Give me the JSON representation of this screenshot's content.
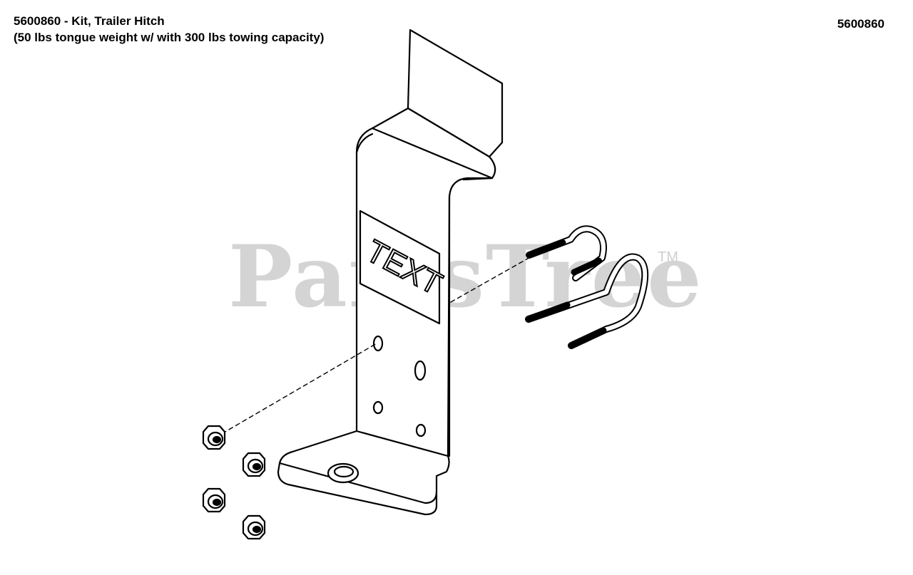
{
  "header": {
    "title_line1": "5600860 - Kit, Trailer Hitch",
    "title_line2": "(50 lbs tongue weight w/ with 300 lbs towing capacity)",
    "part_number": "5600860"
  },
  "watermark": {
    "text": "PartsTree",
    "trademark": "TM"
  },
  "diagram": {
    "label_text": "TEXT"
  },
  "colors": {
    "line": "#000000",
    "watermark": "#d4d4d4",
    "background": "#ffffff"
  }
}
